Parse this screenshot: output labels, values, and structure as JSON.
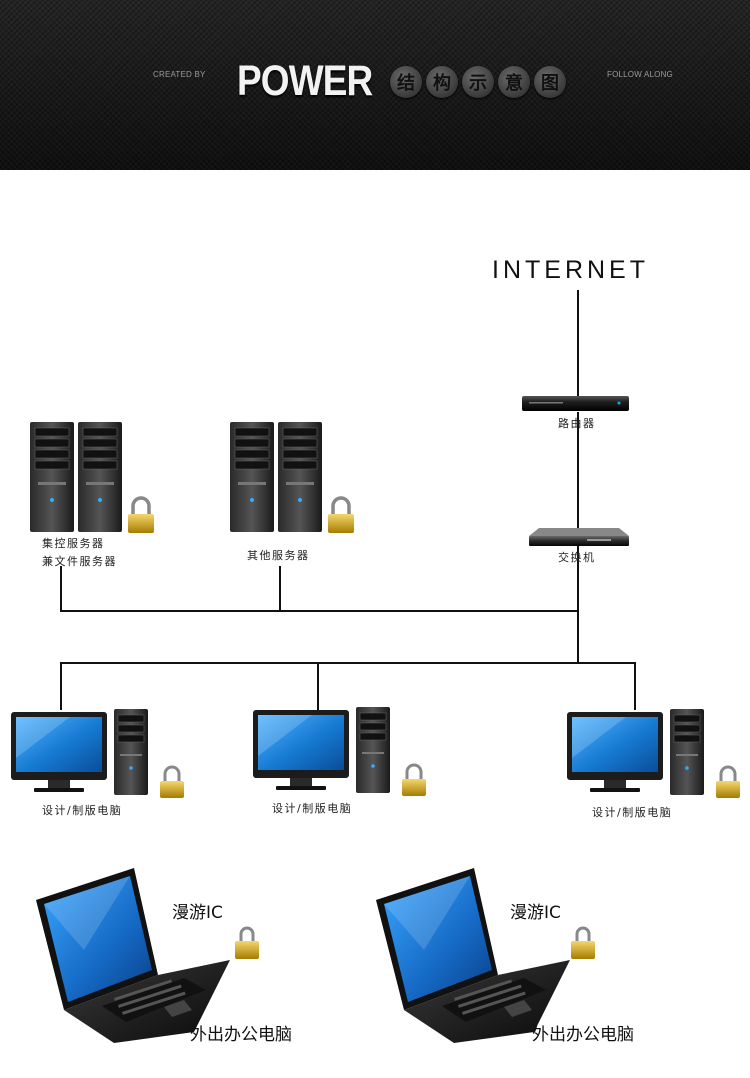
{
  "header": {
    "created_by": "CREATED BY",
    "title": "POWER",
    "subtitle_chars": [
      "结",
      "构",
      "示",
      "意",
      "图"
    ],
    "follow": "FOLLOW ALONG"
  },
  "diagram": {
    "internet": "INTERNET",
    "router": "路由器",
    "switch": "交换机",
    "server1_line1": "集控服务器",
    "server1_line2": "兼文件服务器",
    "server2": "其他服务器",
    "workstation1": "设计/制版电脑",
    "workstation2": "设计/制版电脑",
    "workstation3": "设计/制版电脑",
    "laptop1_top": "漫游IC",
    "laptop1_bottom": "外出办公电脑",
    "laptop2_top": "漫游IC",
    "laptop2_bottom": "外出办公电脑"
  }
}
